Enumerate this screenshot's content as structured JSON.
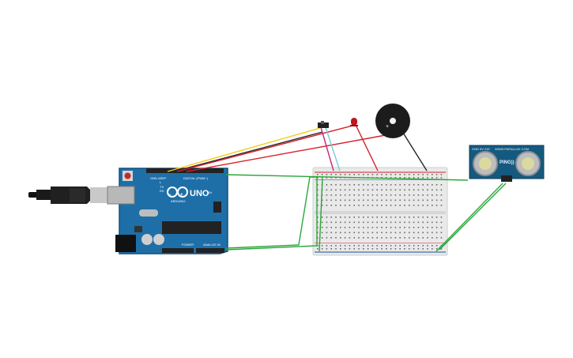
{
  "arduino": {
    "model_label": "UNO",
    "brand_label": "ARDUINO",
    "digital_header_label": "DIGITAL (PWM~)",
    "power_label": "POWER",
    "analog_label": "ANALOG IN",
    "tx_label": "TX",
    "rx_label": "RX",
    "l_label": "L",
    "on_label": "ON",
    "aref_label": "AREF",
    "gnd_label": "GND"
  },
  "sensor": {
    "model_label": "PING))",
    "left_label": "GND 5V SIG",
    "right_label": "WWW.PARALLAX.COM"
  },
  "colors": {
    "board": "#1e6fa8",
    "board_dark": "#14507c",
    "breadboard": "#e9e9e9",
    "wire_green": "#2aa63a",
    "wire_red": "#d4202b",
    "wire_black": "#222222",
    "wire_yellow": "#f2cc1a",
    "wire_cyan": "#6fd0d8",
    "wire_magenta": "#c8257a",
    "sensor_board": "#15597f"
  },
  "components": {
    "led_icon": "red-led-icon",
    "buzzer_icon": "piezo-buzzer-icon",
    "switch_icon": "slide-switch-icon",
    "usb_icon": "usb-cable-icon"
  }
}
